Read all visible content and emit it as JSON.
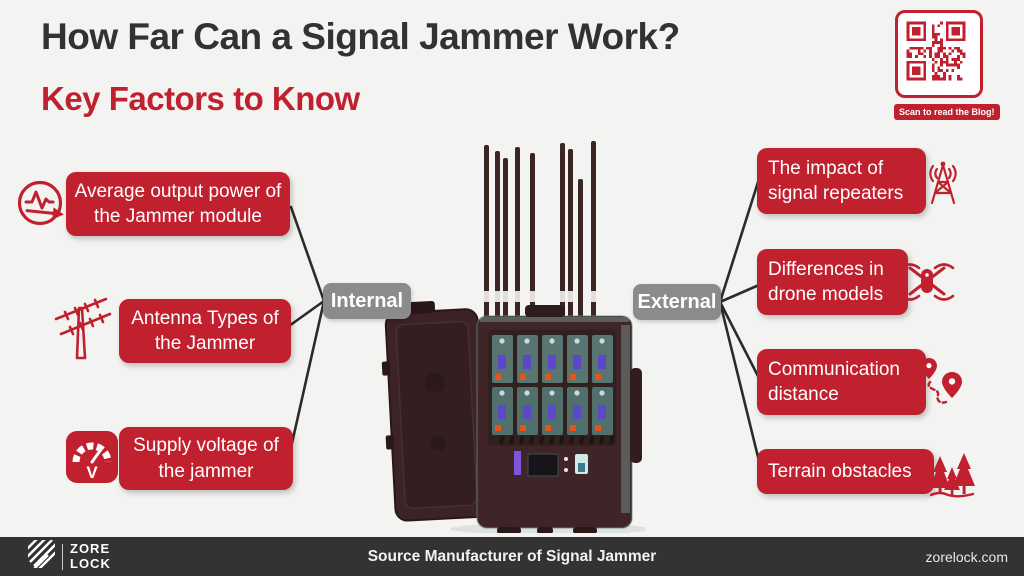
{
  "header": {
    "title": "How Far Can a Signal Jammer Work?",
    "subtitle": "Key Factors to Know"
  },
  "qr": {
    "caption": "Scan to read the Blog!"
  },
  "groups": {
    "internal": {
      "label": "Internal",
      "items": [
        {
          "text": "Average output power of the Jammer module",
          "icon": "output-power-icon"
        },
        {
          "text": "Antenna Types of the Jammer",
          "icon": "antenna-icon"
        },
        {
          "text": "Supply voltage of the jammer",
          "icon": "voltage-meter-icon"
        }
      ]
    },
    "external": {
      "label": "External",
      "items": [
        {
          "text": "The impact of signal repeaters",
          "icon": "signal-tower-icon"
        },
        {
          "text": "Differences in drone models",
          "icon": "drone-icon"
        },
        {
          "text": "Communication distance",
          "icon": "route-icon"
        },
        {
          "text": "Terrain obstacles",
          "icon": "trees-icon"
        }
      ]
    }
  },
  "footer": {
    "brand_top": "ZORE",
    "brand_bottom": "LOCK",
    "tagline": "Source Manufacturer of Signal Jammer",
    "website": "zorelock.com"
  },
  "colors": {
    "accent_red": "#c1202f",
    "label_gray": "#8b8b8b",
    "footer_bg": "#333333",
    "title_dark": "#323235",
    "background": "#f3f3f1"
  }
}
